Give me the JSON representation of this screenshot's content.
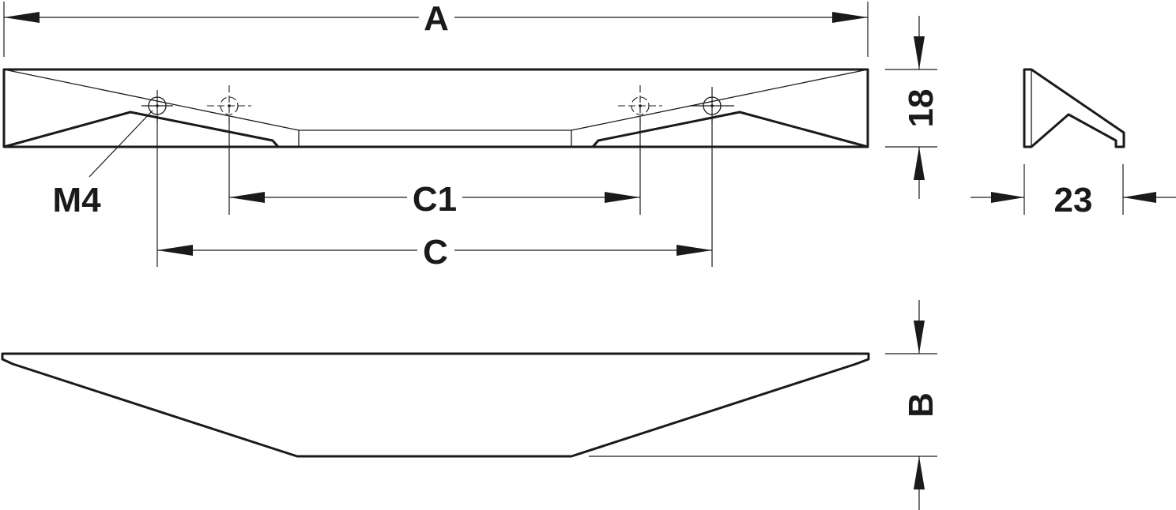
{
  "labels": {
    "overall_length": "A",
    "height_dimension": "B",
    "hole_spacing_outer": "C",
    "hole_spacing_inner": "C1",
    "thread": "M4",
    "profile_height": "18",
    "profile_depth": "23"
  },
  "colors": {
    "line": "#1a1a1a",
    "background": "#ffffff"
  }
}
